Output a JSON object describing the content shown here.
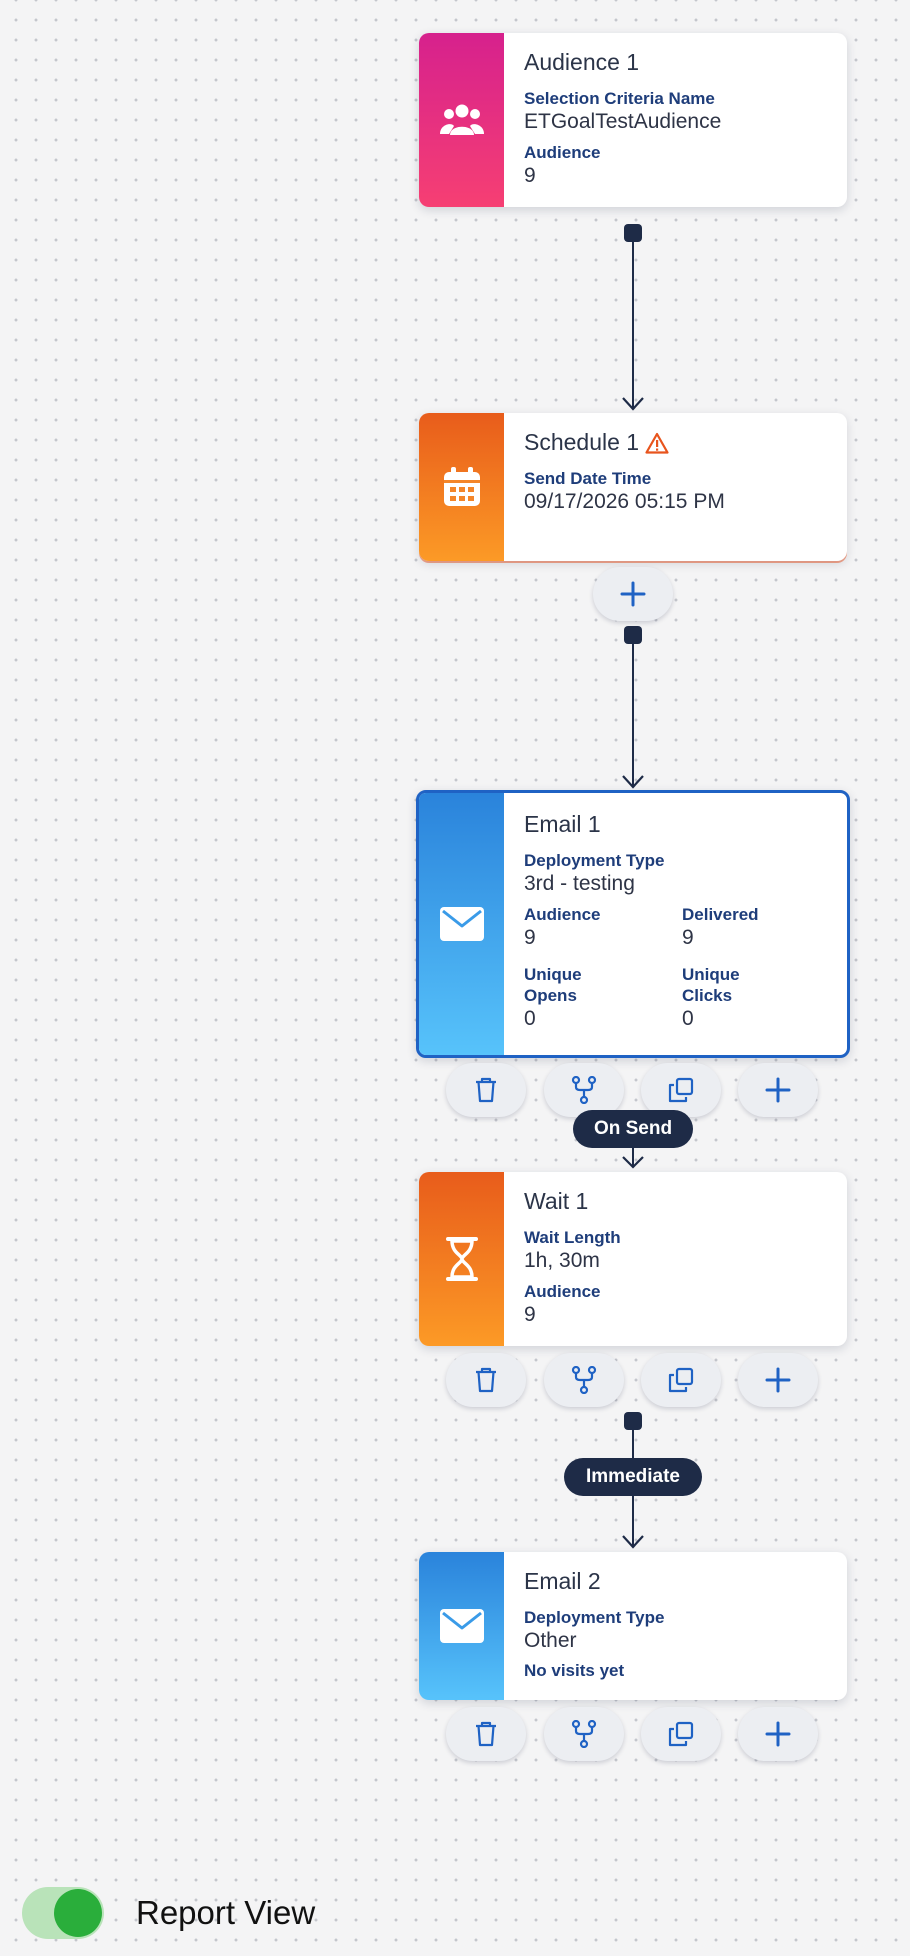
{
  "nodes": {
    "audience1": {
      "title": "Audience 1",
      "selection_label": "Selection Criteria Name",
      "selection_value": "ETGoalTestAudience",
      "audience_label": "Audience",
      "audience_value": "9",
      "icon": "users-icon",
      "color": "#e0287e"
    },
    "schedule1": {
      "title": "Schedule 1",
      "warning_icon": "warning-icon",
      "send_label": "Send Date Time",
      "send_value": "09/17/2026 05:15 PM",
      "icon": "calendar-icon",
      "color": "#f27a20"
    },
    "email1": {
      "title": "Email 1",
      "deployment_label": "Deployment Type",
      "deployment_value": "3rd - testing",
      "audience_label": "Audience",
      "audience_value": "9",
      "delivered_label": "Delivered",
      "delivered_value": "9",
      "opens_label_1": "Unique",
      "opens_label_2": "Opens",
      "opens_value": "0",
      "clicks_label_1": "Unique",
      "clicks_label_2": "Clicks",
      "clicks_value": "0",
      "icon": "envelope-icon",
      "color": "#3a9be8"
    },
    "wait1": {
      "title": "Wait 1",
      "length_label": "Wait Length",
      "length_value": "1h, 30m",
      "audience_label": "Audience",
      "audience_value": "9",
      "icon": "hourglass-icon",
      "color": "#f27a20"
    },
    "email2": {
      "title": "Email 2",
      "deployment_label": "Deployment Type",
      "deployment_value": "Other",
      "note": "No visits yet",
      "icon": "envelope-icon",
      "color": "#3a9be8"
    }
  },
  "connectors": {
    "on_send_label": "On Send",
    "immediate_label": "Immediate"
  },
  "action_icons": [
    "trash-icon",
    "branch-icon",
    "copy-icon",
    "plus-icon"
  ],
  "report_view": {
    "label": "Report View",
    "enabled": true
  },
  "colors": {
    "connector": "#1e2b47",
    "accent_blue": "#1f62c4",
    "toggle_on": "#2aae3b"
  }
}
